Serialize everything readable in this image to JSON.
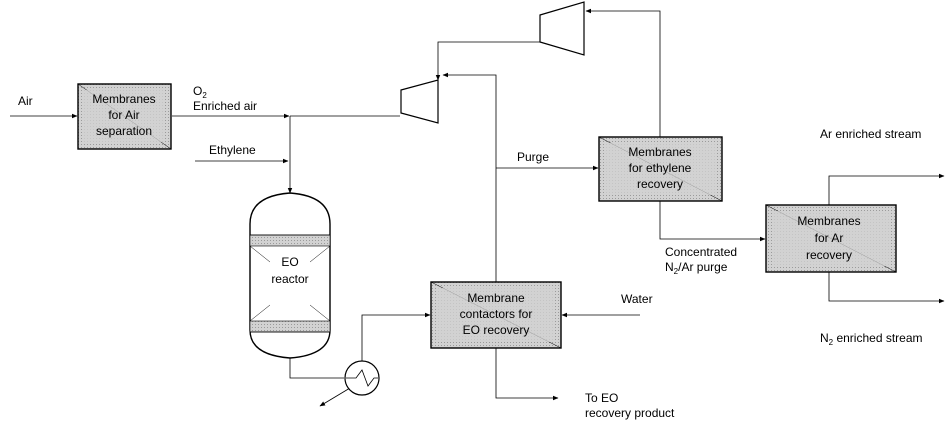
{
  "streams": {
    "air": "Air",
    "o2": "O",
    "o2_sub": "2",
    "enriched_air": "Enriched air",
    "ethylene": "Ethylene",
    "purge": "Purge",
    "water": "Water",
    "ar_enriched": "Ar enriched stream",
    "n2_enriched_sub": "2",
    "n2_enriched": " enriched stream",
    "concentrated": "Concentrated",
    "n2_purge_sub": "2",
    "n2_purge": "/Ar purge",
    "to_eo_1": "To EO",
    "to_eo_2": "recovery product"
  },
  "units": {
    "air_membrane": [
      "Membranes",
      "for Air",
      "separation"
    ],
    "ethylene_membrane": [
      "Membranes",
      "for ethylene",
      "recovery"
    ],
    "ar_membrane": [
      "Membranes",
      "for Ar",
      "recovery"
    ],
    "contactor": [
      "Membrane",
      "contactors for",
      "EO recovery"
    ],
    "reactor": [
      "EO",
      "reactor"
    ]
  }
}
